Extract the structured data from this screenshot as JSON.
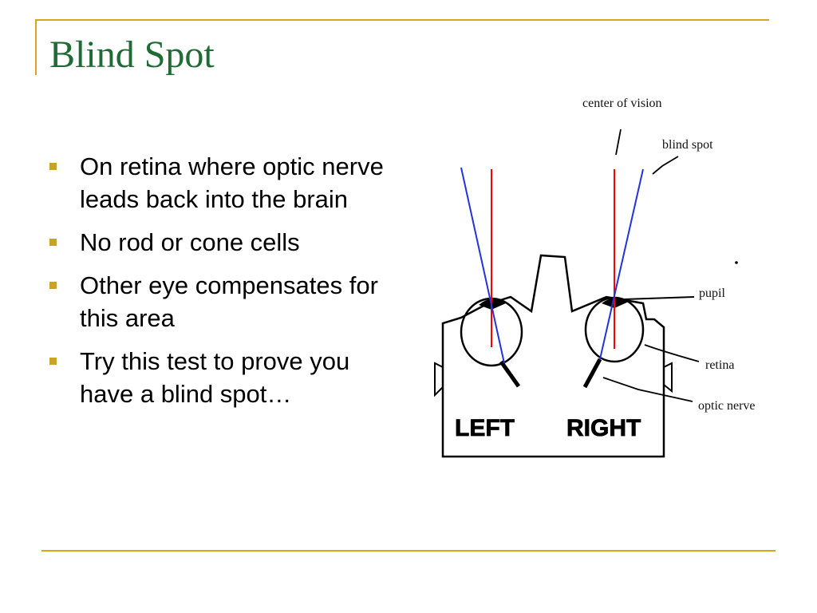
{
  "slide": {
    "title": "Blind Spot",
    "bullets": [
      "On retina where optic nerve leads back into the brain",
      "No rod or cone cells",
      "Other eye compensates for this area",
      "Try this test to prove you have a blind spot…"
    ]
  },
  "diagram": {
    "labels": {
      "center_of_vision": "center of vision",
      "blind_spot": "blind spot",
      "pupil": "pupil",
      "retina": "retina",
      "optic_nerve": "optic nerve",
      "left": "LEFT",
      "right": "RIGHT"
    }
  },
  "colors": {
    "title": "#1f6b35",
    "accent": "#d9a520",
    "bullet": "#c9a227",
    "center_line": "#ff0000",
    "blind_spot_line": "#2233dd"
  }
}
